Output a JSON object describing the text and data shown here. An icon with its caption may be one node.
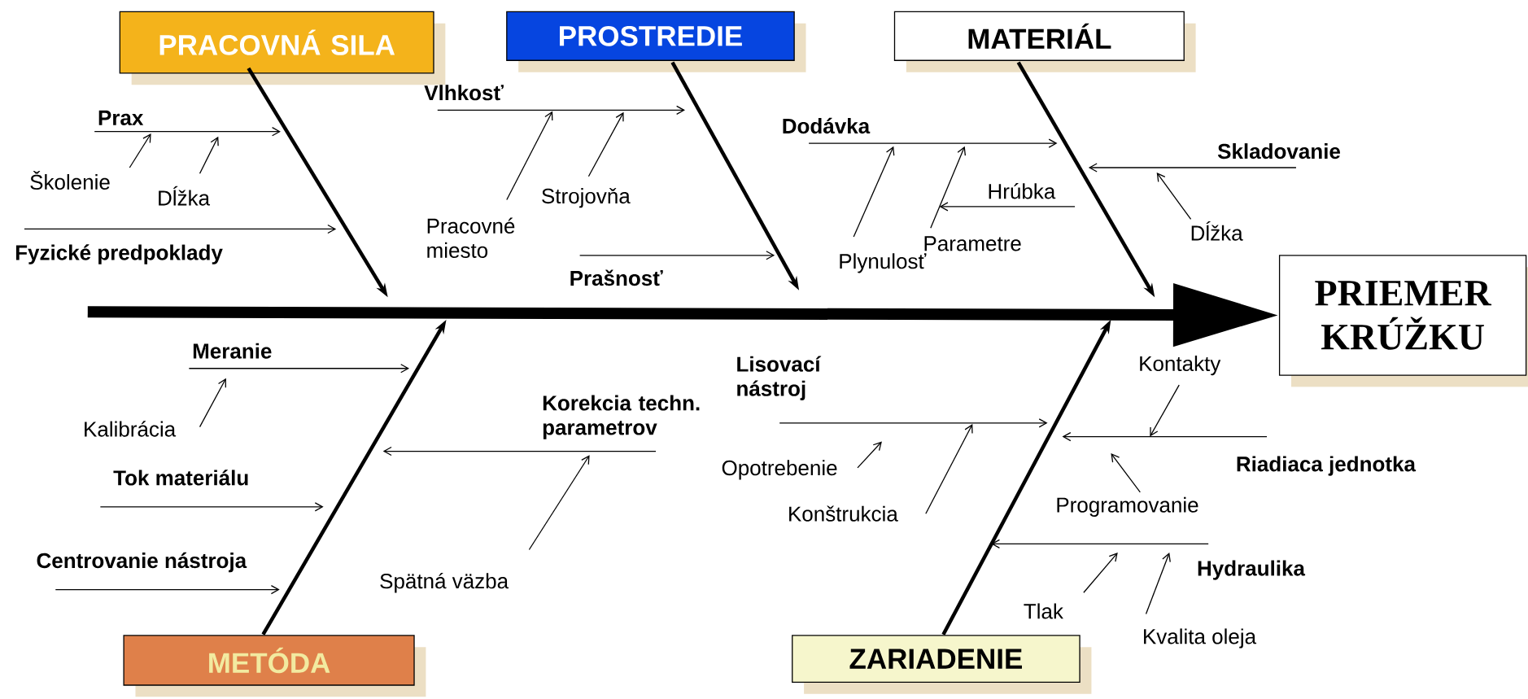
{
  "diagram": {
    "nodes": [
      {
        "text": [
          "PRACOVNÁ SILA"
        ]
      },
      {
        "text": [
          "PROSTREDIE"
        ]
      },
      {
        "text": [
          "MATERIÁL"
        ]
      },
      {
        "text": [
          "PRIEMER KRÚŽKU"
        ]
      },
      {
        "text": [
          "METÓDA"
        ]
      },
      {
        "text": [
          "ZARIADENIE"
        ]
      },
      {
        "text": [
          "Prax"
        ]
      },
      {
        "text": [
          "Školenie"
        ]
      },
      {
        "text": [
          "Dĺžka"
        ]
      },
      {
        "text": [
          "Fyzické predpoklady"
        ]
      },
      {
        "text": [
          "Vlhkosť"
        ]
      },
      {
        "text": [
          "Pracovné miesto"
        ]
      },
      {
        "text": [
          "Strojovňa"
        ]
      },
      {
        "text": [
          "Prašnosť"
        ]
      },
      {
        "text": [
          "Dodávka"
        ]
      },
      {
        "text": [
          "Plynulosť"
        ]
      },
      {
        "text": [
          "Parametre"
        ]
      },
      {
        "text": [
          "Hrúbka"
        ]
      },
      {
        "text": [
          "Skladovanie"
        ]
      },
      {
        "text": [
          "Dĺžka"
        ]
      },
      {
        "text": [
          "Meranie"
        ]
      },
      {
        "text": [
          "Kalibrácia"
        ]
      },
      {
        "text": [
          "Tok materiálu"
        ]
      },
      {
        "text": [
          "Centrovanie nástroja"
        ]
      },
      {
        "text": [
          "Korekcia techn. parametrov"
        ]
      },
      {
        "text": [
          "Spätná väzba"
        ]
      },
      {
        "text": [
          "Lisovací nástroj"
        ]
      },
      {
        "text": [
          "Opotrebenie"
        ]
      },
      {
        "text": [
          "Konštrukcia"
        ]
      },
      {
        "text": [
          "Kontakty"
        ]
      },
      {
        "text": [
          "Riadiaca jednotka"
        ]
      },
      {
        "text": [
          "Programovanie"
        ]
      },
      {
        "text": [
          "Hydraulika"
        ]
      },
      {
        "text": [
          "Tlak"
        ]
      },
      {
        "text": [
          "Kvalita oleja"
        ]
      }
    ],
    "edges": [
      {
        "from": null,
        "to": 3,
        "arrow": "to",
        "style": "thick"
      },
      {
        "from": 0,
        "to": null,
        "arrow": "to",
        "style": "thick"
      },
      {
        "from": 1,
        "to": null,
        "arrow": "to",
        "style": "thick"
      },
      {
        "from": 2,
        "to": null,
        "arrow": "to",
        "style": "thick"
      },
      {
        "from": 4,
        "to": null,
        "arrow": "to",
        "style": "thick"
      },
      {
        "from": 5,
        "to": null,
        "arrow": "to",
        "style": "thick"
      },
      {
        "from": 6,
        "to": null,
        "arrow": "to"
      },
      {
        "from": 7,
        "to": 6,
        "arrow": "to"
      },
      {
        "from": 8,
        "to": null,
        "arrow": "to"
      },
      {
        "from": 9,
        "to": null,
        "arrow": "to"
      },
      {
        "from": 10,
        "to": null,
        "arrow": "to"
      },
      {
        "from": 11,
        "to": null,
        "arrow": "to"
      },
      {
        "from": 12,
        "to": null,
        "arrow": "to"
      },
      {
        "from": 13,
        "to": null,
        "arrow": "to"
      },
      {
        "from": 14,
        "to": null,
        "arrow": "to"
      },
      {
        "from": 15,
        "to": 14,
        "arrow": "to"
      },
      {
        "from": 16,
        "to": null,
        "arrow": "to"
      },
      {
        "from": 17,
        "to": 16,
        "arrow": "to"
      },
      {
        "from": 18,
        "to": null,
        "arrow": "to"
      },
      {
        "from": 19,
        "to": null,
        "arrow": "to"
      },
      {
        "from": 20,
        "to": null,
        "arrow": "to"
      },
      {
        "from": 21,
        "to": 20,
        "arrow": "to"
      },
      {
        "from": 22,
        "to": null,
        "arrow": "to"
      },
      {
        "from": 23,
        "to": null,
        "arrow": "to"
      },
      {
        "from": 24,
        "to": null,
        "arrow": "to"
      },
      {
        "from": 25,
        "to": 24,
        "arrow": "to"
      },
      {
        "from": 26,
        "to": null,
        "arrow": "to"
      },
      {
        "from": 27,
        "to": null,
        "arrow": "to"
      },
      {
        "from": 28,
        "to": null,
        "arrow": "to"
      },
      {
        "from": 29,
        "to": null,
        "arrow": "to"
      },
      {
        "from": 30,
        "to": null,
        "arrow": "to"
      },
      {
        "from": 31,
        "to": null,
        "arrow": "to"
      },
      {
        "from": 32,
        "to": null,
        "arrow": "to"
      },
      {
        "from": 33,
        "to": null,
        "arrow": "to"
      },
      {
        "from": 34,
        "to": 32,
        "arrow": "to"
      }
    ]
  }
}
